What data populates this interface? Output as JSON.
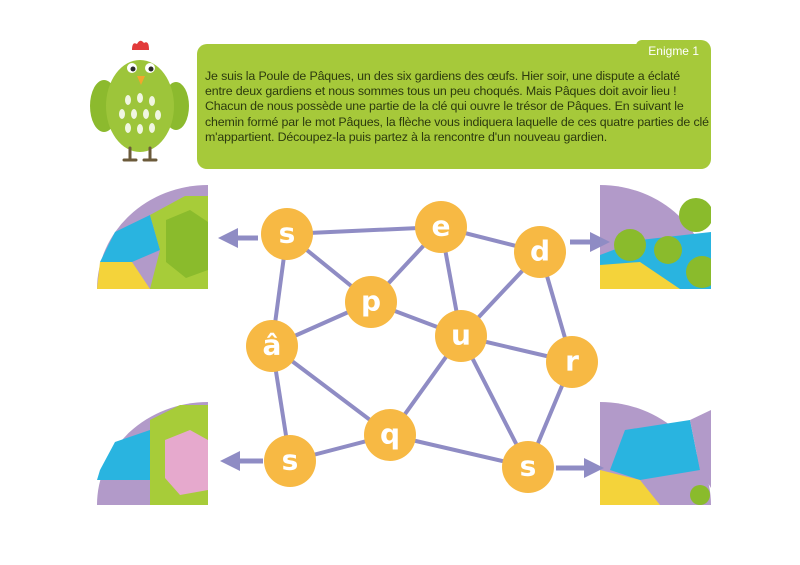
{
  "enigma": {
    "tag": "Enigme 1",
    "text": " Je suis la Poule de Pâques, un des six gardiens des œufs. Hier soir, une dispute a éclaté entre deux gardiens et nous sommes tous un peu choqués. Mais Pâques doit avoir lieu ! Chacun de nous possède une partie de la clé qui ouvre le trésor de Pâques. En suivant le chemin formé par le mot Pâques, la flèche vous indiquera laquelle de ces quatre parties de clé m'appartient. Découpez-la puis partez à la rencontre d'un nouveau gardien."
  },
  "nodes": [
    {
      "id": "s1",
      "letter": "s"
    },
    {
      "id": "e",
      "letter": "e"
    },
    {
      "id": "d",
      "letter": "d"
    },
    {
      "id": "p",
      "letter": "p"
    },
    {
      "id": "u",
      "letter": "u"
    },
    {
      "id": "a",
      "letter": "â"
    },
    {
      "id": "r",
      "letter": "r"
    },
    {
      "id": "q",
      "letter": "q"
    },
    {
      "id": "s2",
      "letter": "s"
    },
    {
      "id": "s3",
      "letter": "s"
    }
  ],
  "edges": [
    [
      "s1",
      "e"
    ],
    [
      "e",
      "d"
    ],
    [
      "s1",
      "p"
    ],
    [
      "e",
      "p"
    ],
    [
      "e",
      "u"
    ],
    [
      "d",
      "u"
    ],
    [
      "d",
      "r"
    ],
    [
      "p",
      "u"
    ],
    [
      "p",
      "a"
    ],
    [
      "s1",
      "a"
    ],
    [
      "u",
      "r"
    ],
    [
      "u",
      "q"
    ],
    [
      "u",
      "s3"
    ],
    [
      "a",
      "s2"
    ],
    [
      "a",
      "q"
    ],
    [
      "q",
      "s2"
    ],
    [
      "q",
      "s3"
    ],
    [
      "r",
      "s3"
    ]
  ],
  "colors": {
    "node": "#f7b944",
    "edge": "#8f8cc4",
    "bubble": "#a6c93a",
    "hen_body": "#9dc53a"
  },
  "icons": {
    "hen": "easter-hen-icon",
    "arrow": "arrow-icon",
    "key_piece": "key-piece-icon"
  }
}
